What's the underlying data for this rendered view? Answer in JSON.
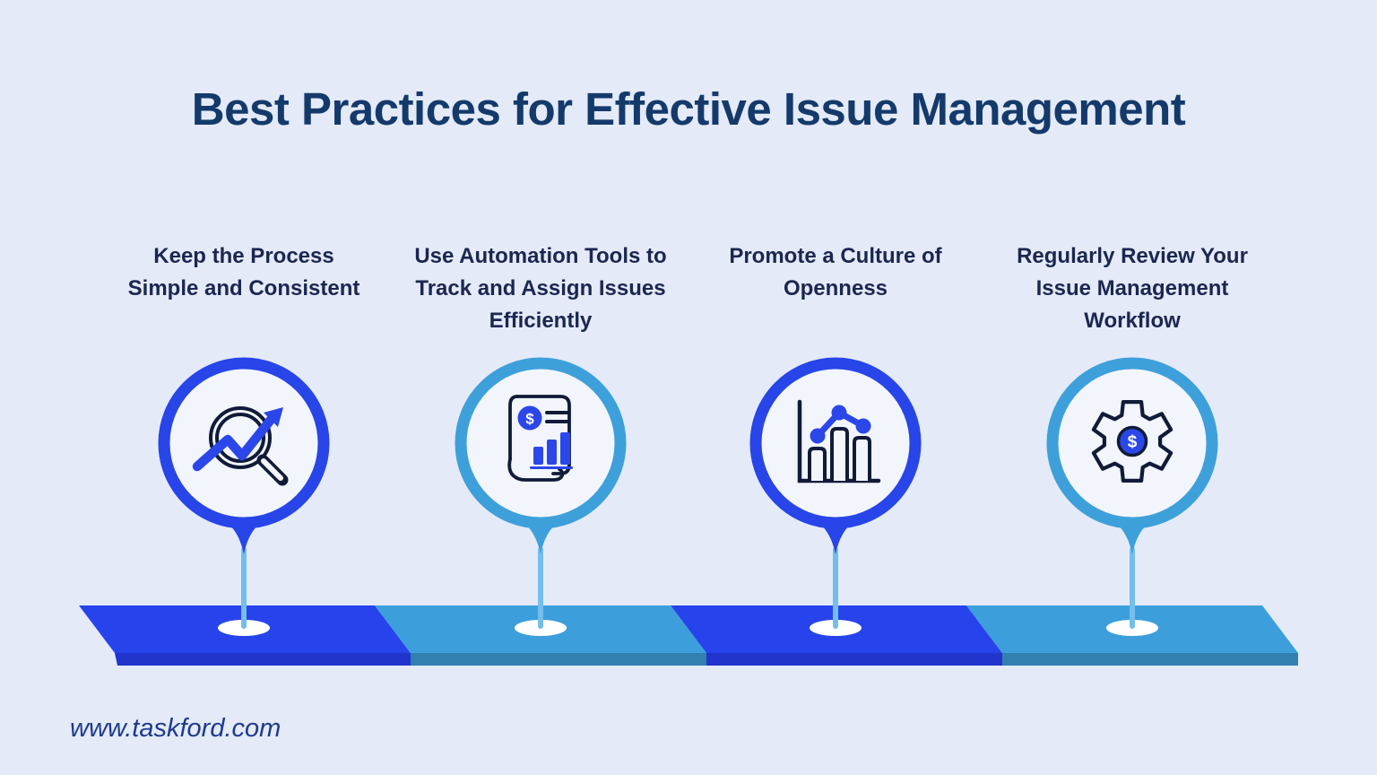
{
  "page": {
    "title": "Best Practices for Effective Issue Management",
    "footer_url": "www.taskford.com"
  },
  "columns": [
    {
      "heading": "Keep the Process\nSimple and Consistent",
      "icon": "magnifier-trend-icon",
      "accent": "#2745e8"
    },
    {
      "heading": "Use Automation Tools to\nTrack and Assign Issues\nEfficiently",
      "icon": "financial-report-icon",
      "accent": "#3ea0da"
    },
    {
      "heading": "Promote a Culture of\nOpenness",
      "icon": "bar-line-chart-icon",
      "accent": "#2745e8"
    },
    {
      "heading": "Regularly Review Your\nIssue Management\nWorkflow",
      "icon": "gear-dollar-icon",
      "accent": "#3ea0da"
    }
  ],
  "bar": {
    "segments": [
      {
        "top": "#2744ec",
        "front": "#2134cc"
      },
      {
        "top": "#3c9fdb",
        "front": "#3180af"
      },
      {
        "top": "#2744ec",
        "front": "#2134cc"
      },
      {
        "top": "#3c9fdb",
        "front": "#3180af"
      }
    ]
  },
  "colors": {
    "background": "#e4eaf8",
    "title_navy": "#143a6b",
    "heading_navy": "#1b2750",
    "icon_navy": "#111b38",
    "icon_royal": "#2b47e9",
    "circle_fill": "#f2f5fc",
    "stem": "#74beec",
    "ellipse_white": "#ffffff",
    "url_blue": "#1d3a8c"
  },
  "icons": {
    "dollar": "$"
  }
}
